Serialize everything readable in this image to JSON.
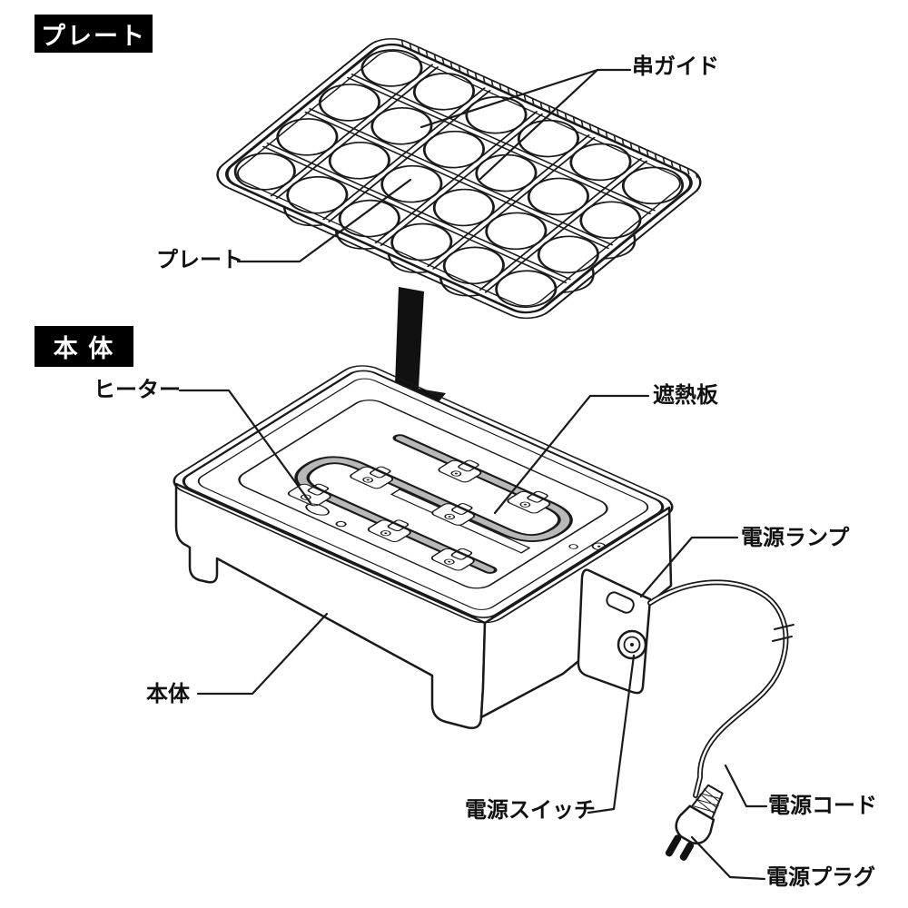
{
  "diagram": {
    "sections": {
      "plate_header": "プレート",
      "body_header": "本 体"
    },
    "labels": {
      "skewer_guide": "串ガイド",
      "plate": "プレート",
      "heater": "ヒーター",
      "heat_shield": "遮熱板",
      "power_lamp": "電源ランプ",
      "main_body": "本体",
      "power_switch": "電源スイッチ",
      "power_cord": "電源コード",
      "power_plug": "電源プラグ"
    },
    "plate_grid": {
      "columns": 6,
      "rows": 4,
      "mold_count": 24
    },
    "colors": {
      "line": "#1a1a1a",
      "heater_tube": "#b8b8b8",
      "bracket_clip": "#d9d9d9",
      "label_bg": "#000000",
      "label_fg": "#ffffff",
      "background": "#ffffff"
    }
  }
}
